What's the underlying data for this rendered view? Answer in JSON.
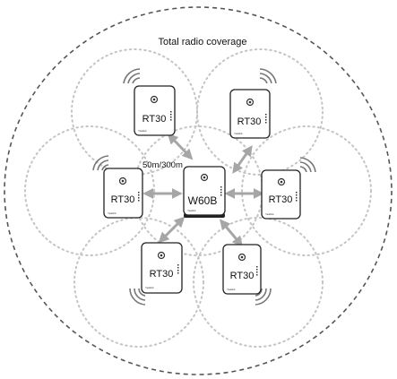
{
  "diagram": {
    "title": "Total radio coverage",
    "range_label": "50m/300m",
    "base": {
      "model": "W60B",
      "brand": "Yealink"
    },
    "repeaters": [
      {
        "id": "top-left",
        "model": "RT30",
        "brand": "Yealink"
      },
      {
        "id": "top-right",
        "model": "RT30",
        "brand": "Yealink"
      },
      {
        "id": "mid-left",
        "model": "RT30",
        "brand": "Yealink"
      },
      {
        "id": "mid-right",
        "model": "RT30",
        "brand": "Yealink"
      },
      {
        "id": "bottom-left",
        "model": "RT30",
        "brand": "Yealink"
      },
      {
        "id": "bottom-right",
        "model": "RT30",
        "brand": "Yealink"
      }
    ],
    "colors": {
      "outer_boundary": "#555555",
      "coverage_circles": "#bdbdbd",
      "arrows": "#a6a6a6",
      "device_outline": "#222222"
    }
  }
}
